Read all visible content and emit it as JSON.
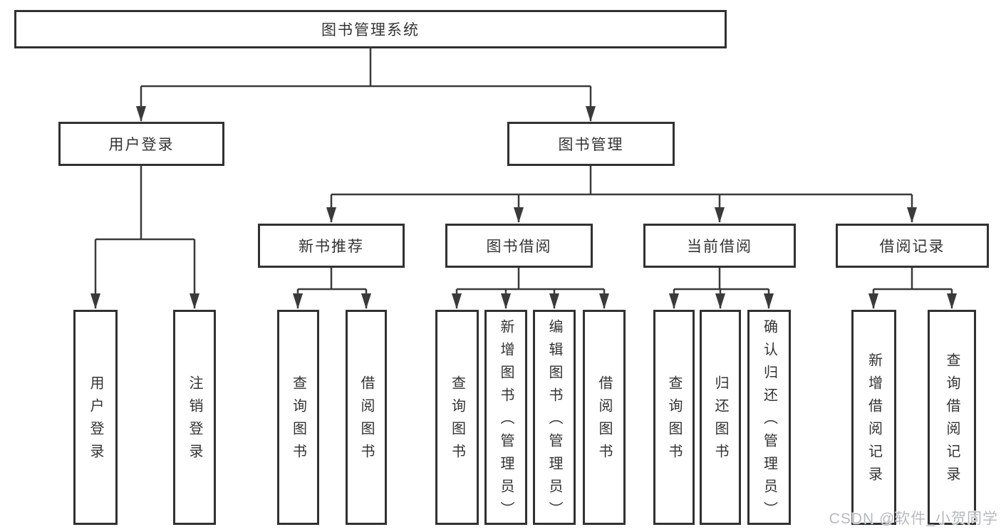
{
  "tree": {
    "label": "图书管理系统",
    "children": [
      {
        "label": "用户登录",
        "children": [
          {
            "label": "用户登录"
          },
          {
            "label": "注销登录"
          }
        ]
      },
      {
        "label": "图书管理",
        "children": [
          {
            "label": "新书推荐",
            "children": [
              {
                "label": "查询图书"
              },
              {
                "label": "借阅图书"
              }
            ]
          },
          {
            "label": "图书借阅",
            "children": [
              {
                "label": "查询图书"
              },
              {
                "label": "新增图书（管理员）"
              },
              {
                "label": "编辑图书（管理员）"
              },
              {
                "label": "借阅图书"
              }
            ]
          },
          {
            "label": "当前借阅",
            "children": [
              {
                "label": "查询图书"
              },
              {
                "label": "归还图书"
              },
              {
                "label": "确认归还（管理员）"
              }
            ]
          },
          {
            "label": "借阅记录",
            "children": [
              {
                "label": "新增借阅记录"
              },
              {
                "label": "查询借阅记录"
              }
            ]
          }
        ]
      }
    ]
  },
  "watermark": "CSDN @软件_小贺同学",
  "colors": {
    "line": "#3a3a3a",
    "border": "#313131",
    "text": "#333333",
    "watermark": "#b6babe",
    "background": "#ffffff"
  }
}
